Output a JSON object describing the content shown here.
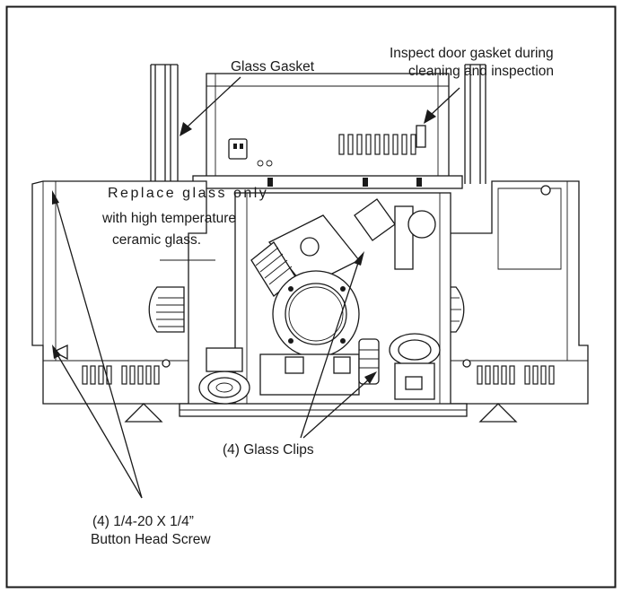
{
  "diagram": {
    "labels": {
      "glass_gasket": "Glass Gasket",
      "inspect_line1": "Inspect door gasket during",
      "inspect_line2": "cleaning and inspection",
      "replace_line1": "Replace glass only",
      "replace_line2": "with high temperature",
      "replace_line3": "ceramic glass.",
      "glass_clips": "(4) Glass Clips",
      "screw_line1": "(4) 1/4-20 X 1/4”",
      "screw_line2": "Button Head Screw"
    },
    "colors": {
      "line": "#1a1a1a",
      "background": "#ffffff"
    }
  }
}
